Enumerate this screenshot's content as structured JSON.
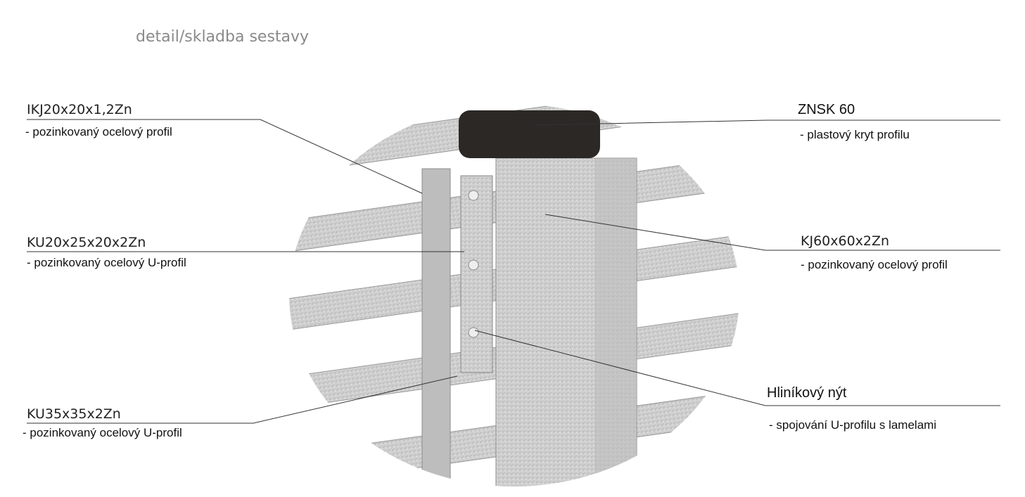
{
  "title": "detail/skladba sestavy",
  "labels": {
    "ikj": {
      "code": "IKJ20x20x1,2Zn",
      "desc": "- pozinkovaný ocelový profil"
    },
    "ku20": {
      "code": "KU20x25x20x2Zn",
      "desc": "- pozinkovaný ocelový U-profil"
    },
    "ku35": {
      "code": "KU35x35x2Zn",
      "desc": "- pozinkovaný ocelový U-profil"
    },
    "znsk": {
      "code": "ZNSK 60",
      "desc": "- plastový kryt profilu"
    },
    "kj60": {
      "code": "KJ60x60x2Zn",
      "desc": "- pozinkovaný ocelový profil"
    },
    "nyt": {
      "code": "Hliníkový nýt",
      "desc": "- spojování U-profilu s lamelami"
    }
  },
  "colors": {
    "metal": "#c9c9c9",
    "cap": "#2b2826",
    "line": "#333333"
  }
}
